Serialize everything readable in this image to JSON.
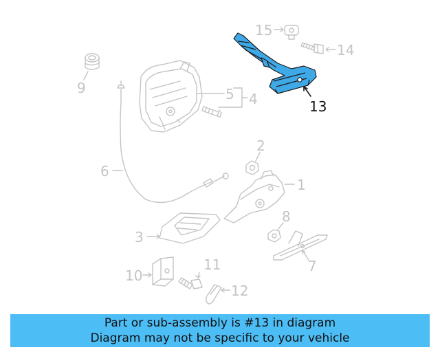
{
  "colors": {
    "faded": "#c4c4c4",
    "highlight": "#3fa9e8",
    "outline": "#1a1a1a",
    "banner": "#4dbdf5"
  },
  "callouts": {
    "c1": "1",
    "c2": "2",
    "c3": "3",
    "c4": "4",
    "c5": "5",
    "c6": "6",
    "c7": "7",
    "c8": "8",
    "c9": "9",
    "c10": "10",
    "c11": "11",
    "c12": "12",
    "c13": "13",
    "c14": "14",
    "c15": "15"
  },
  "banner": {
    "line1": "Part or sub-assembly is #13 in diagram",
    "line2": "Diagram may not be specific to your vehicle"
  }
}
